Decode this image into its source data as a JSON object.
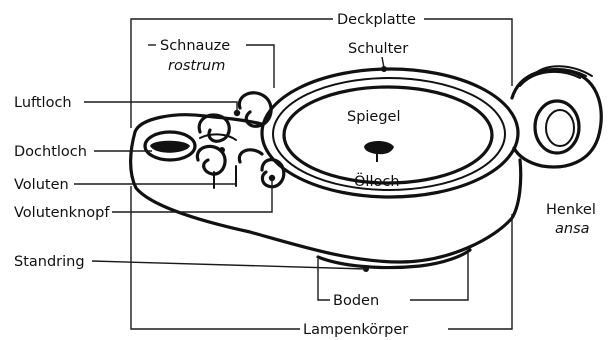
{
  "labels": {
    "deckplatte": "Deckplatte",
    "schnauze": "Schnauze",
    "rostrum": "rostrum",
    "schulter": "Schulter",
    "luftloch": "Luftloch",
    "spiegel": "Spiegel",
    "dochtloch": "Dochtloch",
    "oelloch": "Ölloch",
    "voluten": "Voluten",
    "volutenknopf": "Volutenknopf",
    "henkel": "Henkel",
    "ansa": "ansa",
    "standring": "Standring",
    "boden": "Boden",
    "lampenkoerper": "Lampenkörper"
  },
  "colors": {
    "ink": "#111111",
    "background": "#ffffff"
  }
}
